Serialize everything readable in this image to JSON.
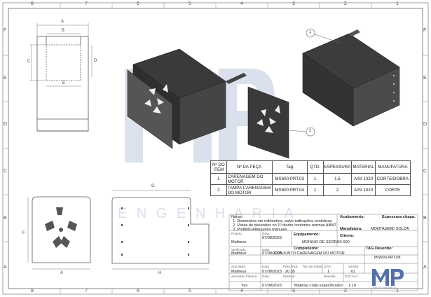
{
  "frame": {
    "columns_top": [
      "8",
      "7",
      "6",
      "5",
      "4",
      "3",
      "2",
      "1"
    ],
    "columns_bottom": [
      "8",
      "7",
      "6",
      "5",
      "4",
      "3",
      "2",
      "1"
    ],
    "rows_left": [
      "F",
      "E",
      "D",
      "C",
      "B",
      "A"
    ],
    "rows_right": [
      "F",
      "E",
      "D",
      "C",
      "B",
      "A"
    ]
  },
  "views": {
    "front_dims": {
      "a": "A",
      "b": "B",
      "c": "C",
      "d": "D",
      "e": "E"
    },
    "lower_dims": {
      "a": "A",
      "f": "F",
      "g": "G",
      "h": "H"
    },
    "balloons": [
      "1",
      "2"
    ]
  },
  "watermark": {
    "letters": "MP",
    "subtitle": "E N G E N H A R I A",
    "logo_letters": "MP",
    "logo_subtitle": "ENGENHARIA"
  },
  "bom": {
    "headers": [
      "Nº DO ITEM",
      "Nº DA PEÇA",
      "Tag",
      "QTD.",
      "ESPESSURA",
      "MATERIAL",
      "MANUFATURA"
    ],
    "rows": [
      [
        "1",
        "CARENAGEM DO MOTOR",
        "MS600.PRT.03",
        "1",
        "1.5",
        "AISI 1020",
        "CORTE/DOBRA"
      ],
      [
        "2",
        "TAMPA CARENAGEM DO MOTOR",
        "MS600.PRT.04",
        "1",
        "2",
        "AISI 1020",
        "CORTE"
      ]
    ]
  },
  "title_block": {
    "notes_label": "Notas:",
    "notes": [
      "1. Dimensões em milímetros, salvo indicações contrárias.",
      "2. Vistas de desenhos no 1º diedro conforme normas ABNT.",
      "3. Proibido Alterações manuais."
    ],
    "acabamento_label": "Acabamento:",
    "espessura_label": "Espessura chapa:",
    "manufatura_label": "Manufatura:",
    "manufatura_value": "MONTAGEM/ SOLDA",
    "cliente_label": "Cliente:",
    "projeto_label": "Projeto:",
    "projeto_value": "Matheus",
    "projeto_data_label": "Data:",
    "projeto_data": "07/08/2023",
    "equipamento_label": "Equipamento:",
    "equipamento_value": "MOINHO DE SERRAS 600",
    "verificado_label": "Verificado:",
    "verificado_value": "Matheus",
    "verificado_data_label": "Data:",
    "verificado_data": "07/08/2023",
    "componente_label": "Componente:",
    "componente_value": "CONJUNTO CARENAGEM DO MOTOR",
    "tag_label": "TAG Desenho:",
    "tag_value": "MS600.PRT.08",
    "aprovado_label": "Aprovado:",
    "aprovado_value": "Matheus",
    "aprovado_data_label": "Data:",
    "aprovado_data": "07/08/2023",
    "peso_label": "Peso (Kg):",
    "peso_value": "20.35",
    "tipo_label": "Tipo de Solda:",
    "tipo_value": "",
    "qtd_label": "QTD:",
    "qtd_value": "1",
    "versao_label": "Versão:",
    "versao_value": "01",
    "aprovado_fab_label": "Aprovado Fabrica:",
    "aprovado_fab_value": "Yes",
    "fab_data_label": "Data:",
    "fab_data": "07/08/2023",
    "material_label": "Material:",
    "material_value": "Material <não especificado>",
    "revisao_label": "Revisão:",
    "escala_label": "ESCALA:",
    "escala_value": "1:10"
  },
  "colors": {
    "line": "#555555",
    "sheet_metal": "#3a3a3a",
    "sheet_metal_light": "#6e6e6e",
    "watermark_blue": "#5470a8"
  }
}
